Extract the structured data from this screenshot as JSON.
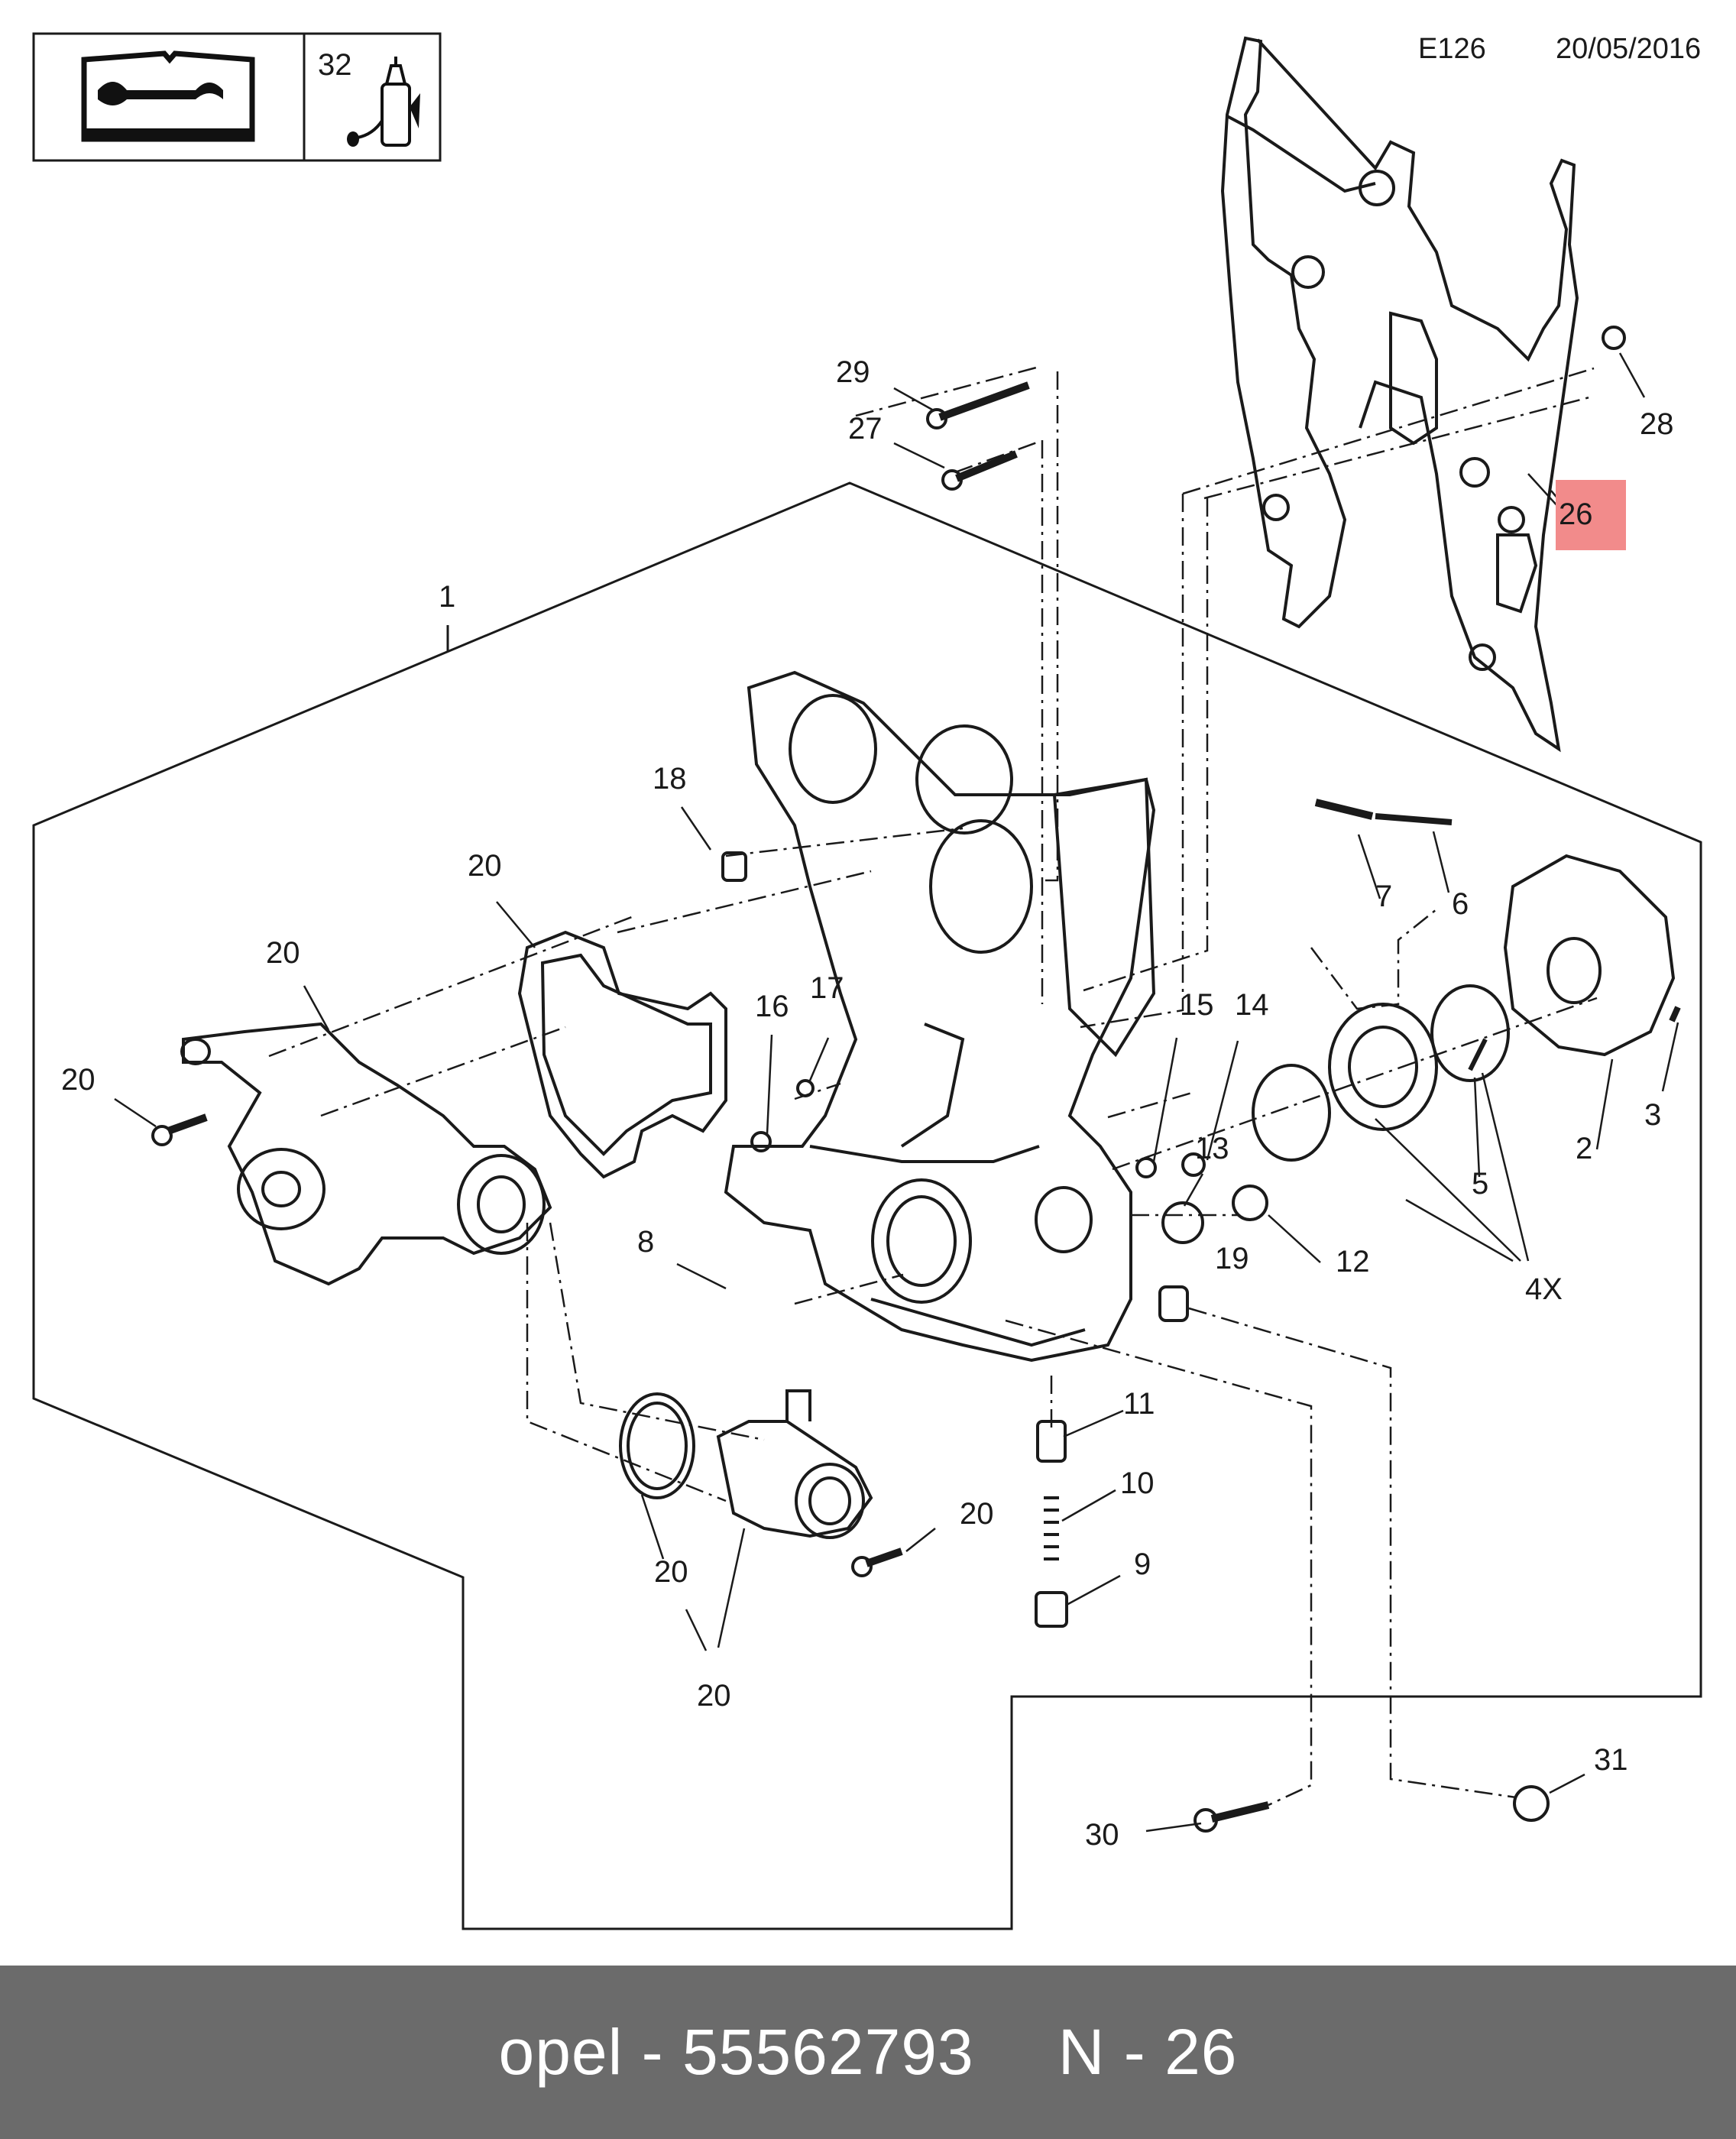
{
  "header": {
    "manual_symbol_label": "32",
    "diagram_code": "E126",
    "date": "20/05/2016"
  },
  "callouts": [
    "1",
    "2",
    "3",
    "4X",
    "5",
    "6",
    "7",
    "8",
    "9",
    "10",
    "11",
    "12",
    "13",
    "14",
    "15",
    "16",
    "17",
    "18",
    "19",
    "20",
    "26",
    "27",
    "28",
    "29",
    "30",
    "31",
    "32"
  ],
  "highlight": {
    "label": "26",
    "color": "#f28b8b"
  },
  "footer": {
    "brand": "opel",
    "separator": "-",
    "part_number": "55562793",
    "ref_prefix": "N",
    "ref_number": "26"
  },
  "colors": {
    "footer_bg": "#6b6b6b",
    "footer_text": "#ffffff",
    "line": "#1a1a1a"
  }
}
